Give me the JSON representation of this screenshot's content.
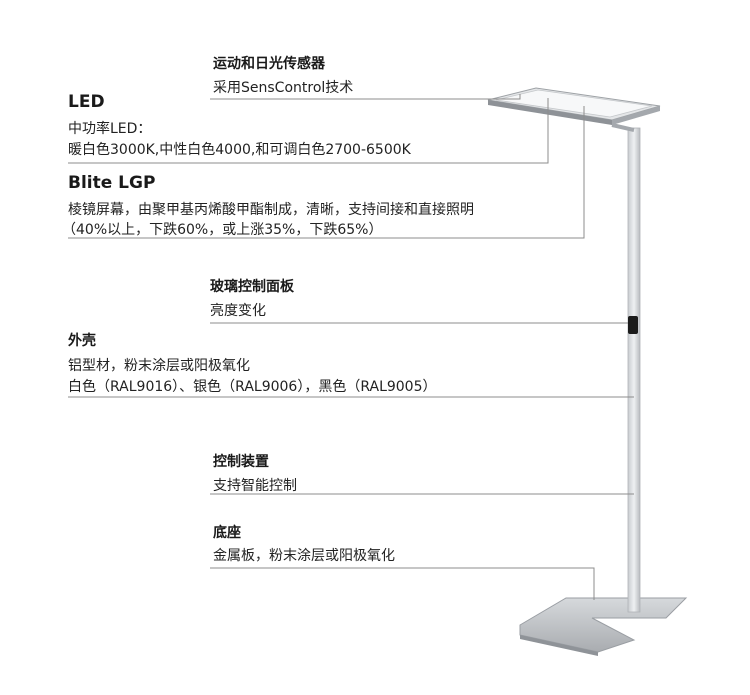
{
  "sensor": {
    "title": "运动和日光传感器",
    "desc": "采用SensControl技术"
  },
  "led": {
    "title": "LED",
    "line1": "中功率LED：",
    "line2": "暖白色3000K,中性白色4000,和可调白色2700-6500K"
  },
  "lgp": {
    "title": "Blite LGP",
    "line1": "棱镜屏幕，由聚甲基丙烯酸甲酯制成，清晰，支持间接和直接照明",
    "line2": "（40%以上，下跌60%，或上涨35%，下跌65%）"
  },
  "glass_panel": {
    "title": "玻璃控制面板",
    "desc": "亮度变化"
  },
  "housing": {
    "title": "外壳",
    "line1": "铝型材，粉末涂层或阳极氧化",
    "line2": "白色（RAL9016）、银色（RAL9006），黑色（RAL9005）"
  },
  "control": {
    "title": "控制装置",
    "desc": "支持智能控制"
  },
  "base": {
    "title": "底座",
    "desc": "金属板，粉末涂层或阳极氧化"
  }
}
